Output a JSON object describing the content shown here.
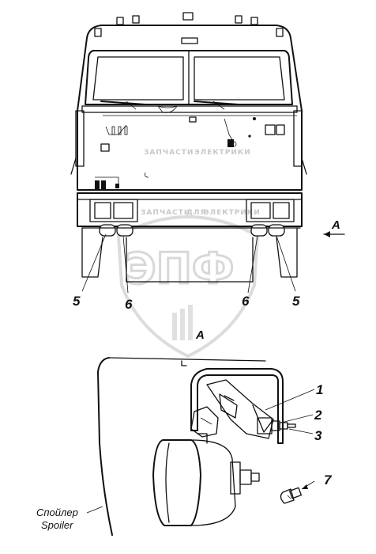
{
  "figure": {
    "front_view": {
      "callouts_left": [
        "5",
        "6"
      ],
      "callouts_right": [
        "6",
        "5"
      ],
      "view_arrow_label": "A"
    },
    "detail_view": {
      "title": "A",
      "callouts": [
        "1",
        "2",
        "3",
        "7"
      ],
      "spoiler_caption_ru": "Спойлер",
      "spoiler_caption_en": "Spoiler"
    },
    "watermark": {
      "text_left": "ЗАПЧАСТИ",
      "text_mid": "ДЛЯ",
      "text_right": "ЭЛЕКТРИКИ",
      "big_letters": "ЭПФ"
    }
  }
}
